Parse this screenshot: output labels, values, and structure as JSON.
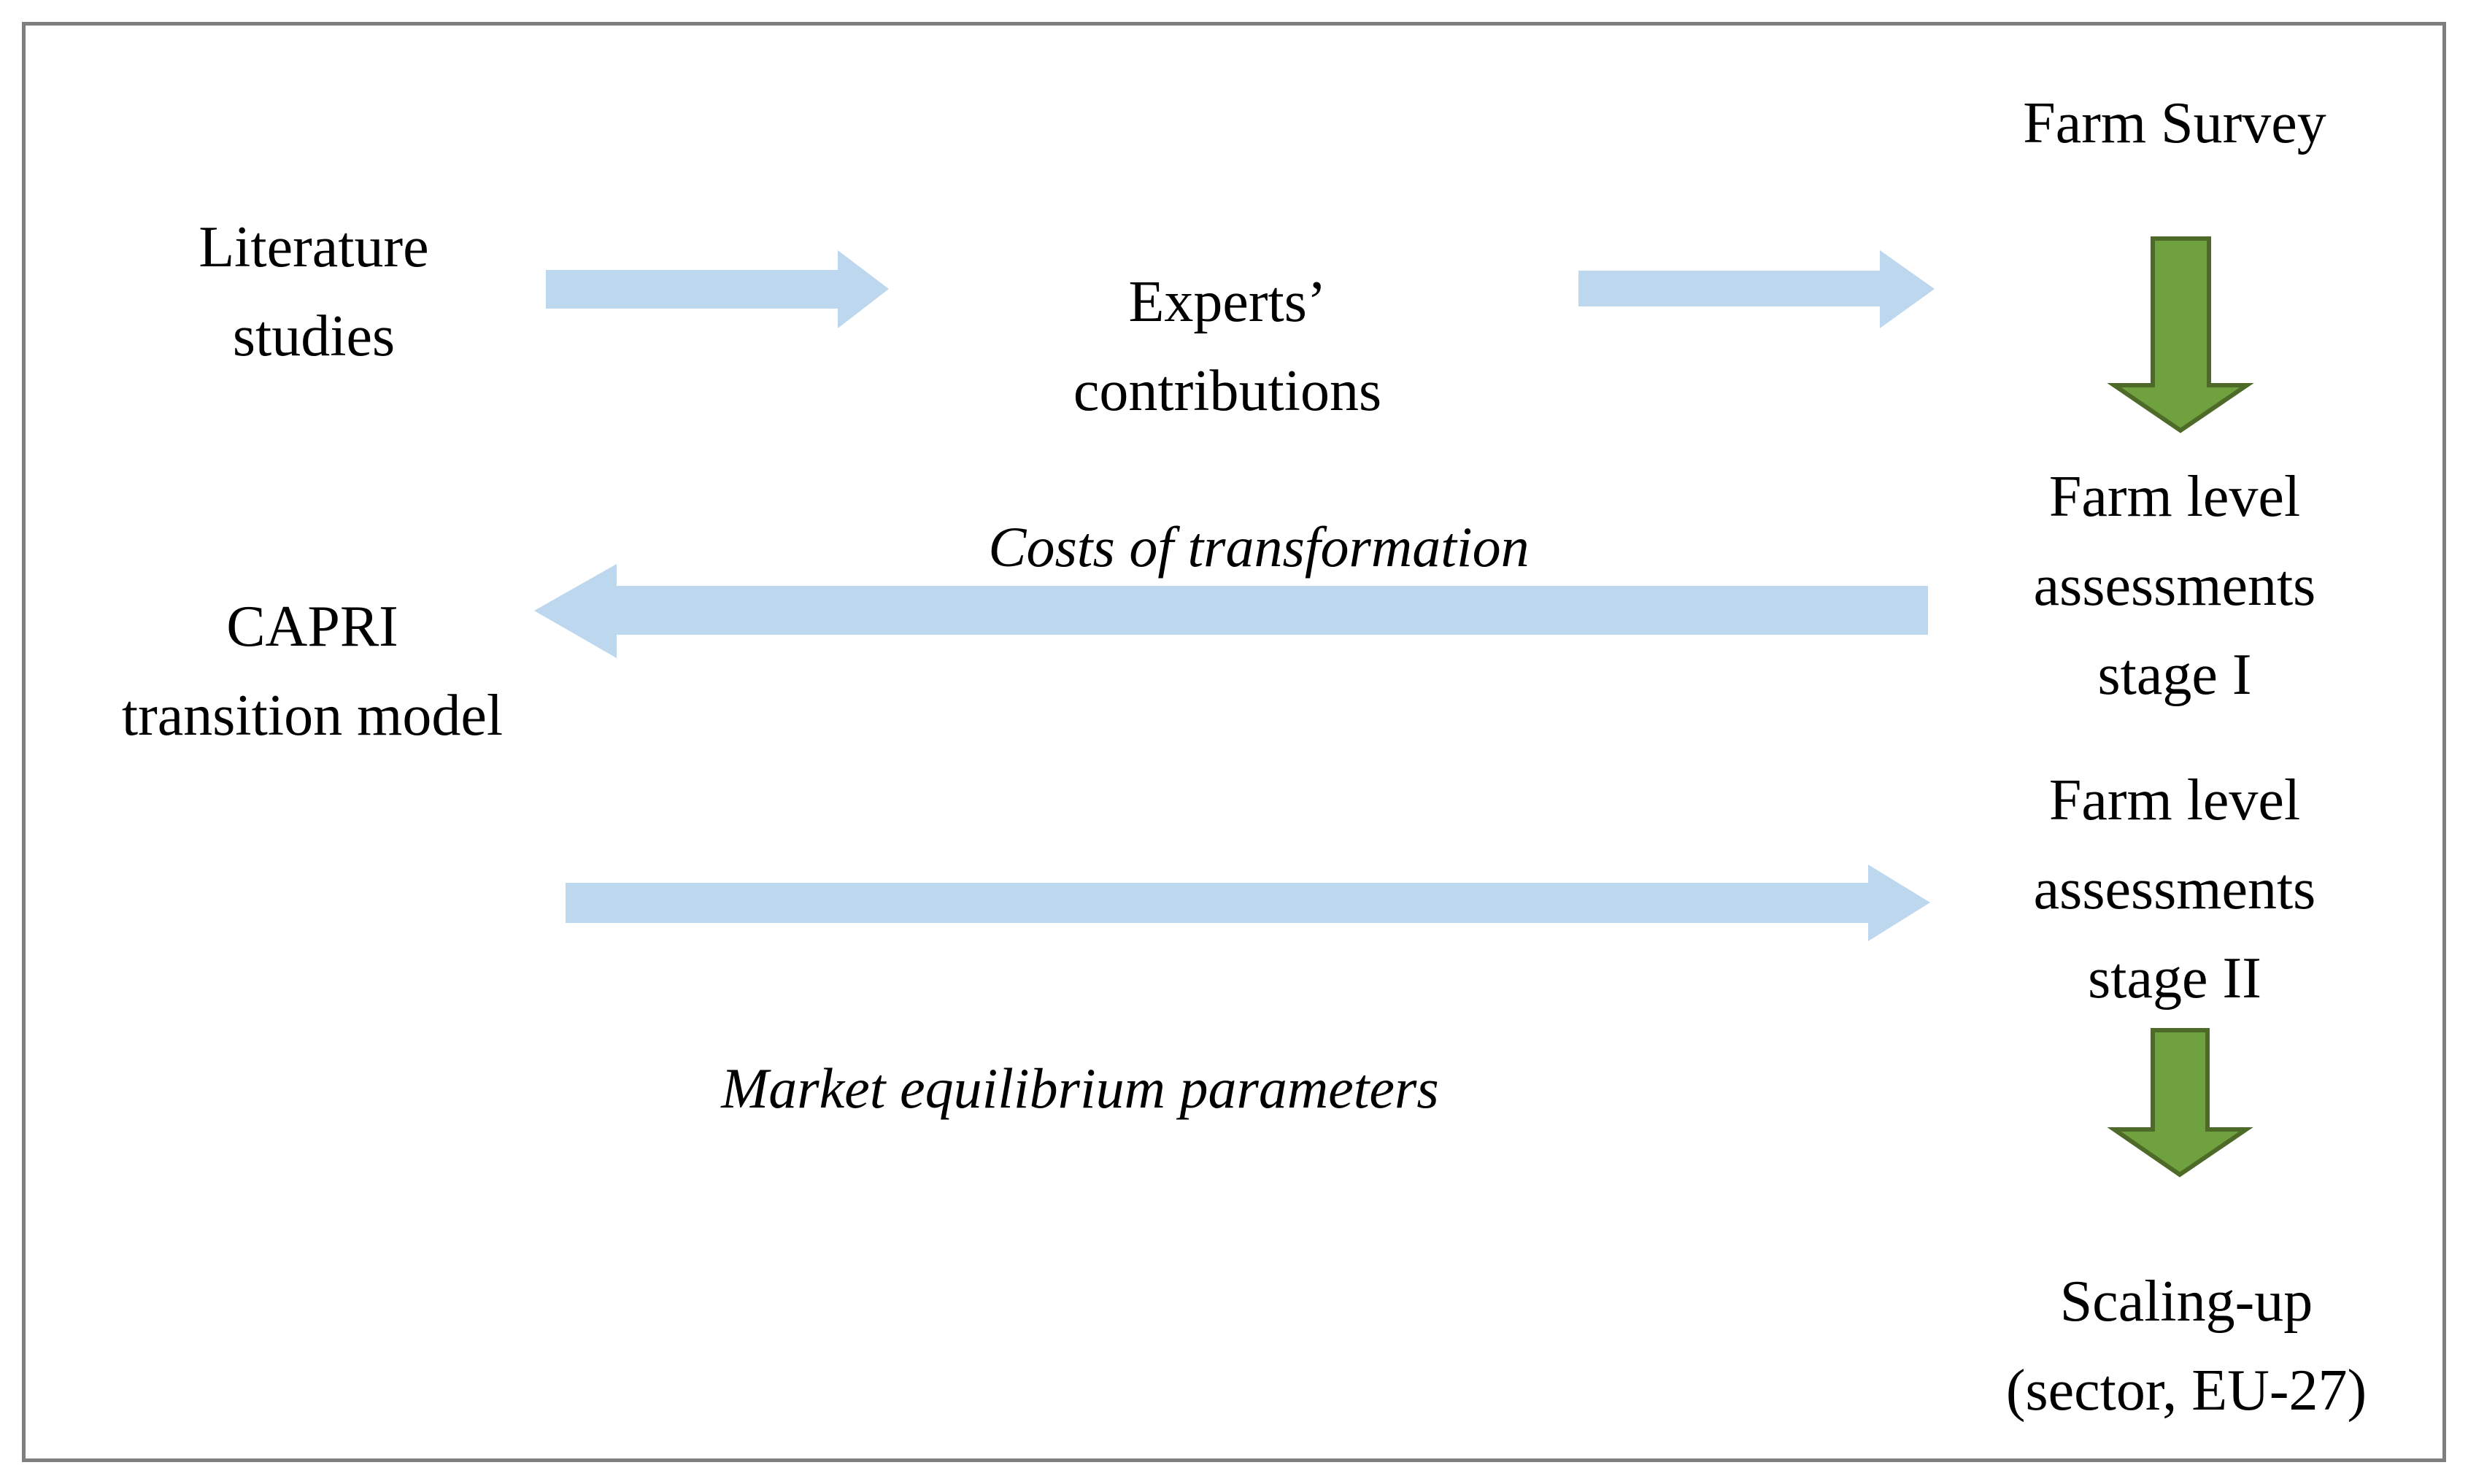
{
  "figure": {
    "type": "flow-diagram",
    "border_color": "#7f7f7f",
    "background": "#ffffff"
  },
  "colors": {
    "blue_arrow": "#BDD7EE",
    "green_fill": "#6FA23E",
    "green_stroke": "#4E6A28",
    "text": "#000000"
  },
  "nodes": {
    "literature": {
      "lines": [
        "Literature",
        "studies"
      ]
    },
    "experts": {
      "lines": [
        "Experts’",
        "contributions"
      ]
    },
    "farm_survey": {
      "lines": [
        "Farm Survey"
      ]
    },
    "stage1": {
      "lines": [
        "Farm level",
        "assessments",
        "stage I"
      ]
    },
    "capri": {
      "lines": [
        "CAPRI",
        "transition model"
      ]
    },
    "stage2": {
      "lines": [
        "Farm level",
        "assessments",
        "stage II"
      ]
    },
    "scaling": {
      "lines": [
        "Scaling-up",
        "(sector, EU-27)"
      ]
    }
  },
  "labels": {
    "costs": "Costs of transformation",
    "market": "Market equilibrium parameters"
  },
  "arrows": [
    {
      "from": "Literature studies",
      "to": "Experts’ contributions",
      "direction": "right",
      "style": "blue"
    },
    {
      "from": "Experts’ contributions",
      "to": "Farm Survey",
      "direction": "right",
      "style": "blue"
    },
    {
      "from": "Farm Survey",
      "to": "Farm level assessments stage I",
      "direction": "down",
      "style": "green"
    },
    {
      "from": "Farm level assessments stage I",
      "to": "CAPRI transition model",
      "direction": "left",
      "style": "blue",
      "label": "Costs of transformation"
    },
    {
      "from": "CAPRI transition model",
      "to": "Farm level assessments stage II",
      "direction": "right",
      "style": "blue",
      "label": "Market equilibrium parameters"
    },
    {
      "from": "Farm level assessments stage II",
      "to": "Scaling-up (sector, EU-27)",
      "direction": "down",
      "style": "green"
    }
  ]
}
